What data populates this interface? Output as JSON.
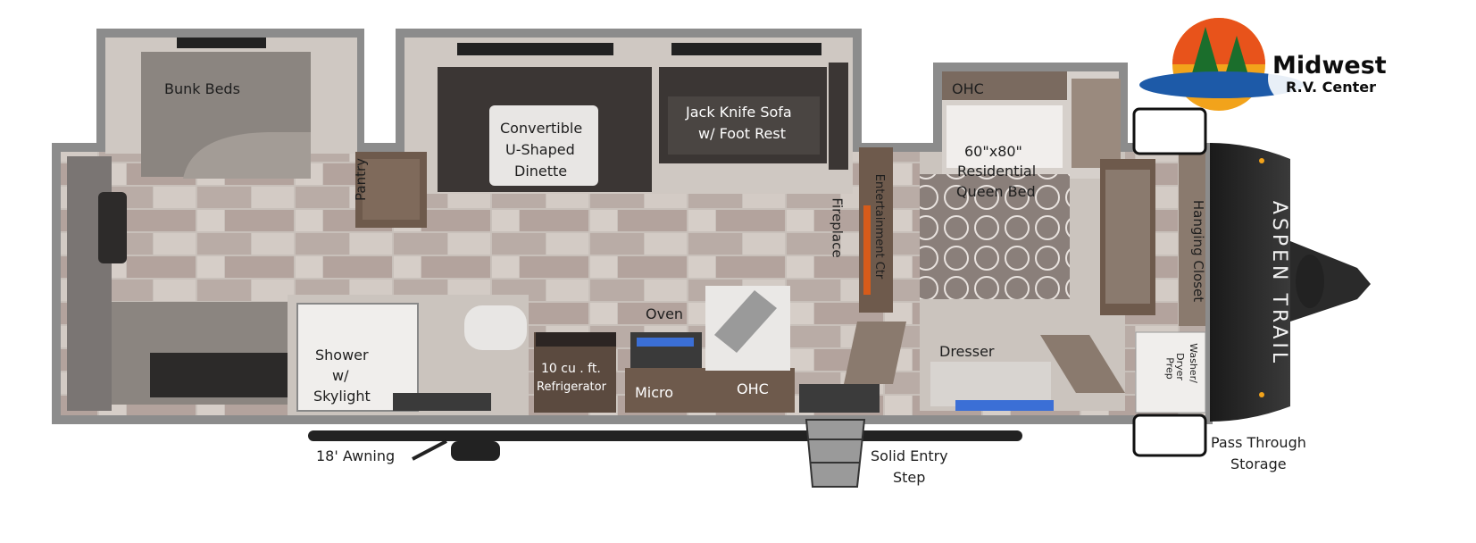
{
  "logo": {
    "brand_line1": "Midwest",
    "brand_line2": "R.V. Center"
  },
  "labels": {
    "bunk_beds": "Bunk Beds",
    "pantry": "Pantry",
    "convertible_dinette_1": "Convertible",
    "convertible_dinette_2": "U-Shaped",
    "convertible_dinette_3": "Dinette",
    "jack_knife_1": "Jack Knife Sofa",
    "jack_knife_2": "w/ Foot Rest",
    "fireplace": "Fireplace",
    "entertainment_ctr": "Entertainment Ctr",
    "ohc_bedroom": "OHC",
    "bed_1": "60\"x80\"",
    "bed_2": "Residential",
    "bed_3": "Queen Bed",
    "hanging_closet": "Hanging Closet",
    "aspen_trail": "ASPEN TRAIL",
    "shower_1": "Shower",
    "shower_2": "w/",
    "shower_3": "Skylight",
    "oven": "Oven",
    "refrigerator_1": "10 cu . ft.",
    "refrigerator_2": "Refrigerator",
    "micro": "Micro",
    "ohc_kitchen": "OHC",
    "dresser": "Dresser",
    "washer_1": "Washer/",
    "washer_2": "Dryer",
    "washer_3": "Prep",
    "awning": "18' Awning",
    "entry_step_1": "Solid Entry",
    "entry_step_2": "Step",
    "pass_through_1": "Pass Through",
    "pass_through_2": "Storage"
  },
  "colors": {
    "wall": "#8a8a8a",
    "floor": "#c9c3bd",
    "cabinet": "#6e5a4c",
    "sofa": "#3b3634",
    "logo_blue": "#1d5aa8",
    "logo_sun": "#f2a31b",
    "logo_tree": "#1b6e2c"
  }
}
